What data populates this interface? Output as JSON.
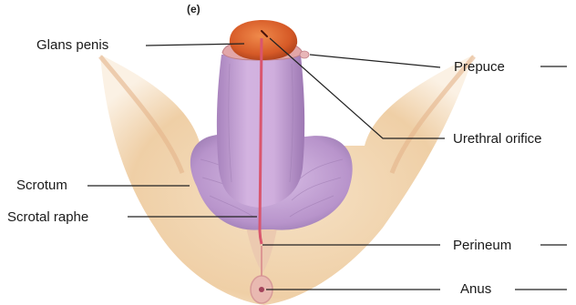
{
  "figure": {
    "panel_letter": "(e)",
    "labels": {
      "glans_penis": "Glans penis",
      "prepuce": "Prepuce",
      "urethral_orifice": "Urethral orifice",
      "scrotum": "Scrotum",
      "scrotal_raphe": "Scrotal raphe",
      "perineum": "Perineum",
      "anus": "Anus"
    }
  },
  "colors": {
    "skin": "#f2d7b3",
    "skin_shadow": "#e7b98c",
    "shaft": "#c9a3d6",
    "glans": "#d4642e",
    "raphe": "#d9566e",
    "leader": "#222222"
  }
}
